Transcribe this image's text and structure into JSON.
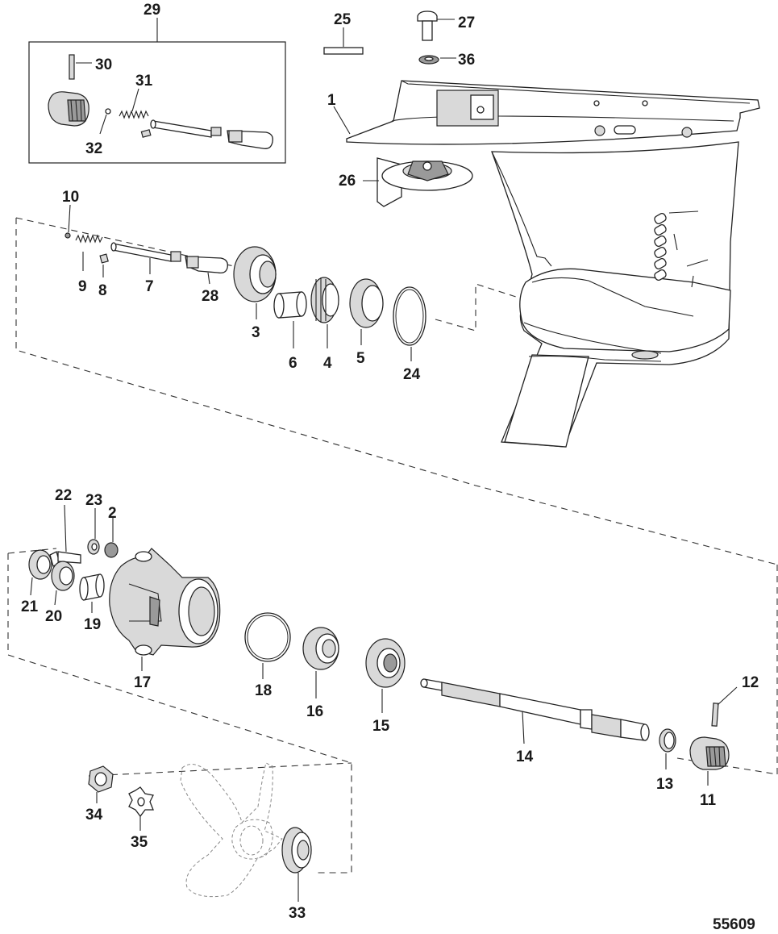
{
  "diagram_id": "55609",
  "callouts": [
    {
      "id": "1",
      "text": "1"
    },
    {
      "id": "2",
      "text": "2"
    },
    {
      "id": "3",
      "text": "3"
    },
    {
      "id": "4",
      "text": "4"
    },
    {
      "id": "5",
      "text": "5"
    },
    {
      "id": "6",
      "text": "6"
    },
    {
      "id": "7",
      "text": "7"
    },
    {
      "id": "8",
      "text": "8"
    },
    {
      "id": "9",
      "text": "9"
    },
    {
      "id": "10",
      "text": "10"
    },
    {
      "id": "11",
      "text": "11"
    },
    {
      "id": "12",
      "text": "12"
    },
    {
      "id": "13",
      "text": "13"
    },
    {
      "id": "14",
      "text": "14"
    },
    {
      "id": "15",
      "text": "15"
    },
    {
      "id": "16",
      "text": "16"
    },
    {
      "id": "17",
      "text": "17"
    },
    {
      "id": "18",
      "text": "18"
    },
    {
      "id": "19",
      "text": "19"
    },
    {
      "id": "20",
      "text": "20"
    },
    {
      "id": "21",
      "text": "21"
    },
    {
      "id": "22",
      "text": "22"
    },
    {
      "id": "23",
      "text": "23"
    },
    {
      "id": "24",
      "text": "24"
    },
    {
      "id": "25",
      "text": "25"
    },
    {
      "id": "26",
      "text": "26"
    },
    {
      "id": "27",
      "text": "27"
    },
    {
      "id": "28",
      "text": "28"
    },
    {
      "id": "29",
      "text": "29"
    },
    {
      "id": "30",
      "text": "30"
    },
    {
      "id": "31",
      "text": "31"
    },
    {
      "id": "32",
      "text": "32"
    },
    {
      "id": "33",
      "text": "33"
    },
    {
      "id": "34",
      "text": "34"
    },
    {
      "id": "35",
      "text": "35"
    },
    {
      "id": "36",
      "text": "36"
    }
  ]
}
